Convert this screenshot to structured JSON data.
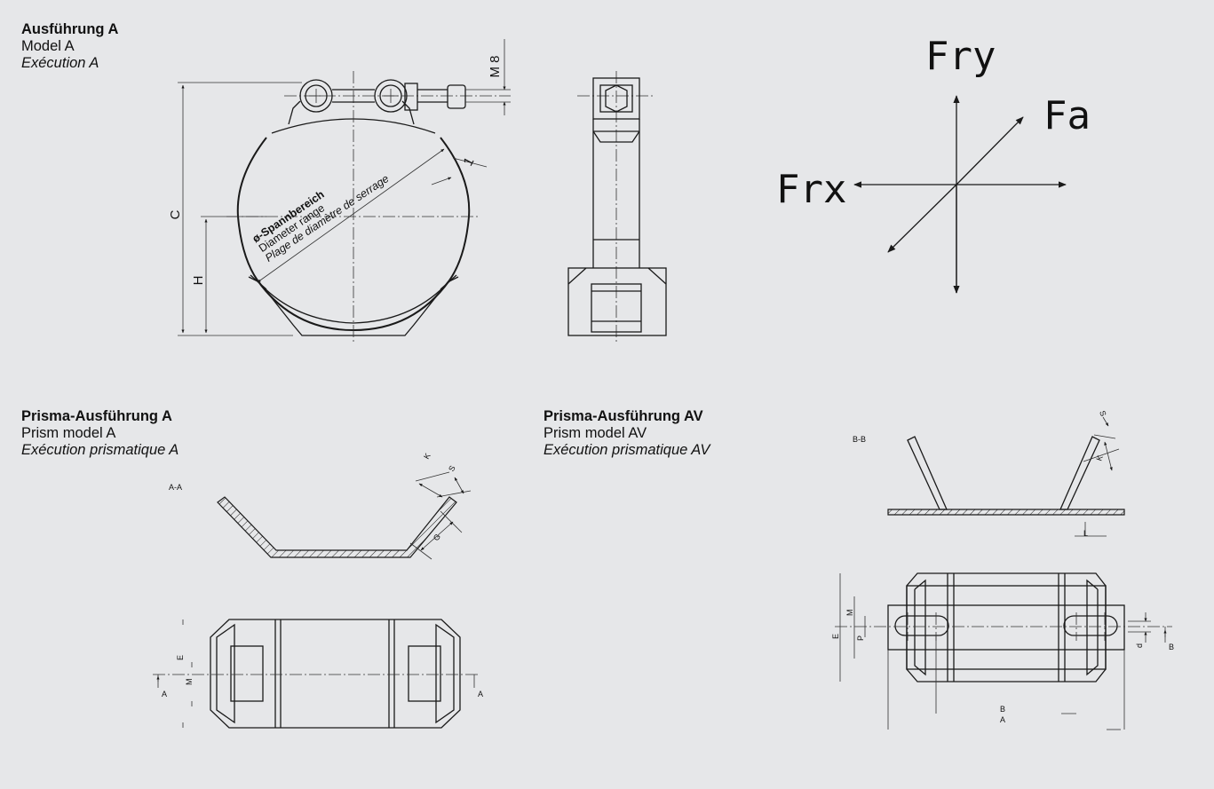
{
  "sections": {
    "model_a": {
      "de": "Ausführung A",
      "en": "Model A",
      "fr": "Exécution A"
    },
    "prism_a": {
      "de": "Prisma-Ausführung A",
      "en": "Prism model A",
      "fr": "Exécution prismatique A"
    },
    "prism_av": {
      "de": "Prisma-Ausführung AV",
      "en": "Prism model AV",
      "fr": "Exécution prismatique AV"
    }
  },
  "clamp_drawing": {
    "bolt_label": "M 8",
    "dim_c": "C",
    "dim_h": "H",
    "band_thickness": "1",
    "range_de": "ø-Spannbereich",
    "range_en": "Diameter range",
    "range_fr": "Plage de diamètre de serrage"
  },
  "forces": {
    "fry": "Fry",
    "fa": "Fa",
    "frx": "Frx"
  },
  "prism_a_drawing": {
    "section": "A-A",
    "dim_k": "K",
    "dim_s": "S",
    "dim_g": "G",
    "dim_e": "E",
    "dim_m": "M",
    "cut_left": "A",
    "cut_right": "A"
  },
  "prism_av_drawing": {
    "section": "B-B",
    "dim_s": "S",
    "dim_k": "K",
    "dim_l": "L",
    "dim_e": "E",
    "dim_m": "M",
    "dim_p": "P",
    "dim_d": "d",
    "dim_b": "B",
    "dim_a": "A",
    "cut_b": "B"
  }
}
